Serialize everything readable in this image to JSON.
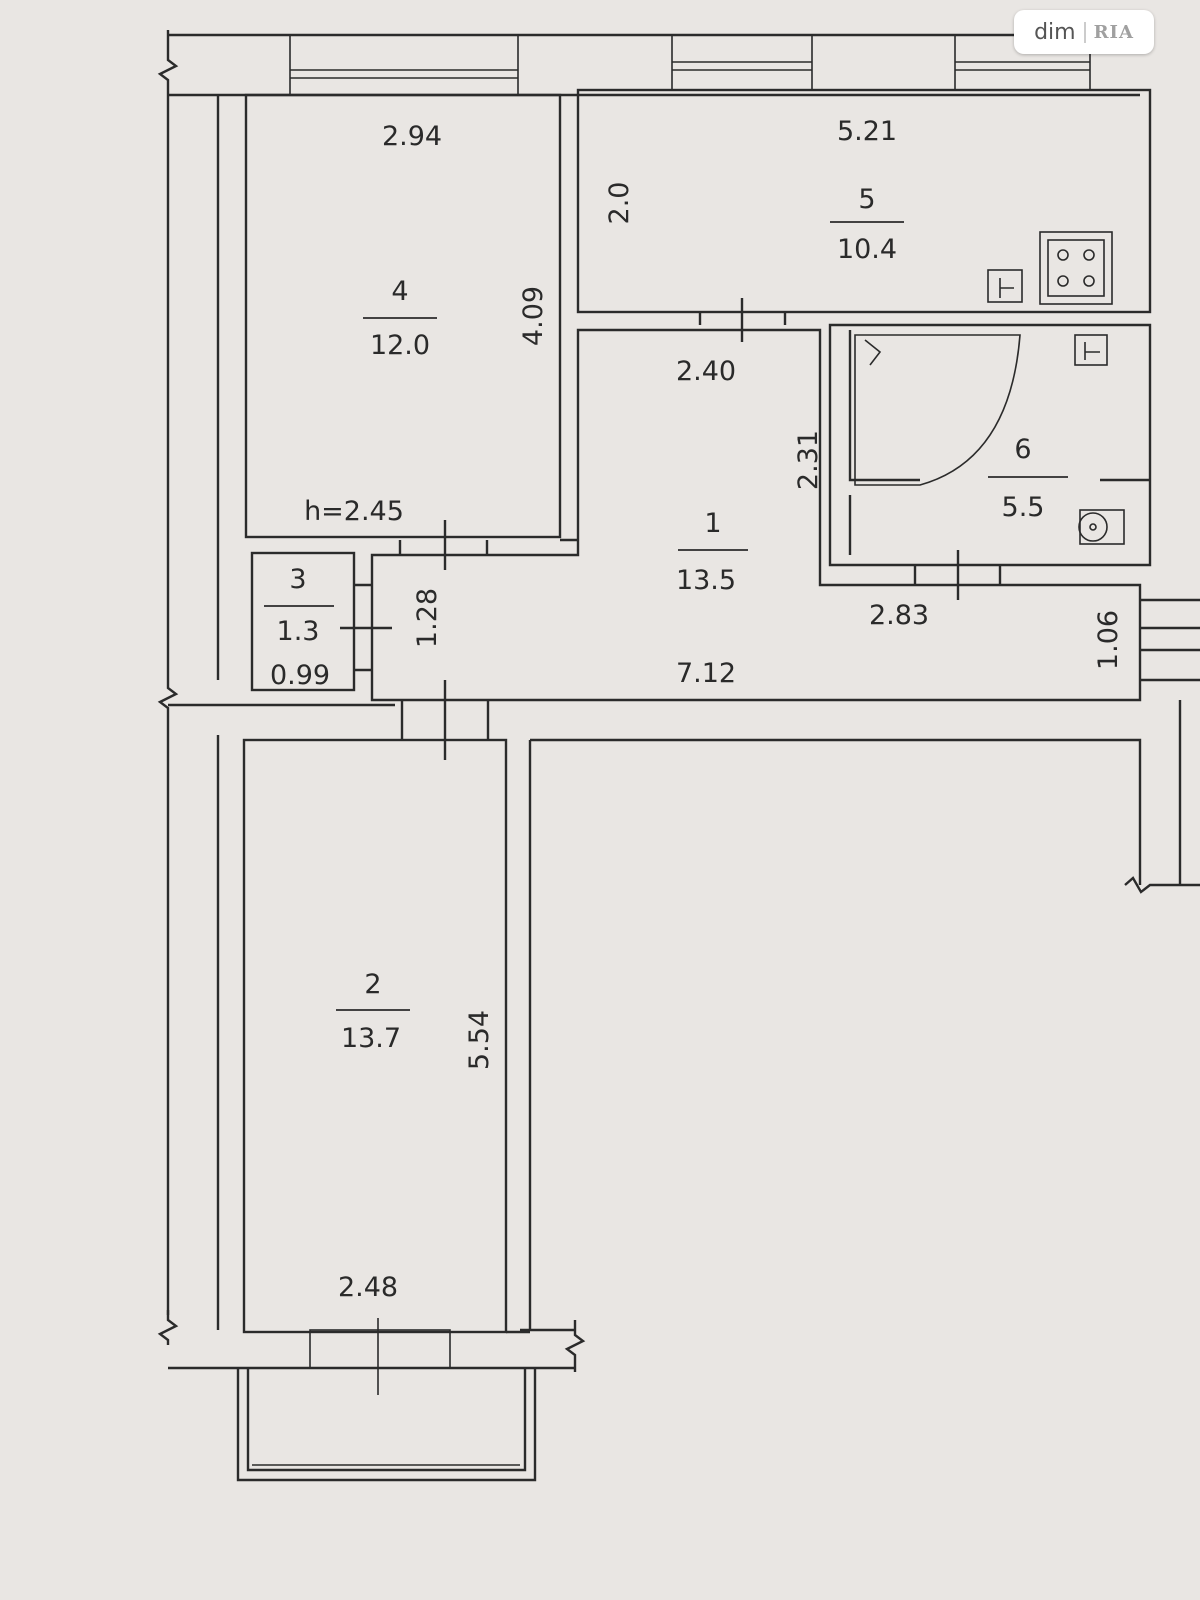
{
  "watermark": {
    "brand_left": "dim",
    "brand_right": "RIA"
  },
  "rooms": [
    {
      "id": "room-1",
      "number": "1",
      "area": "13.5"
    },
    {
      "id": "room-2",
      "number": "2",
      "area": "13.7"
    },
    {
      "id": "room-3",
      "number": "3",
      "area": "1.3"
    },
    {
      "id": "room-4",
      "number": "4",
      "area": "12.0"
    },
    {
      "id": "room-5",
      "number": "5",
      "area": "10.4"
    },
    {
      "id": "room-6",
      "number": "6",
      "area": "5.5"
    }
  ],
  "dimensions": {
    "room4_width": "2.94",
    "room4_length": "4.09",
    "ceiling_height": "h=2.45",
    "room5_width": "5.21",
    "room5_depth": "2.0",
    "room1_top": "2.40",
    "room1_side": "2.31",
    "room6_width": "2.83",
    "corridor_width": "1.28",
    "corridor_length": "7.12",
    "entrance_width": "1.06",
    "room3_width": "0.99",
    "room2_length": "5.54",
    "room2_width": "2.48"
  },
  "colors": {
    "paper": "#e9e6e3",
    "ink": "#2b2b2b"
  }
}
